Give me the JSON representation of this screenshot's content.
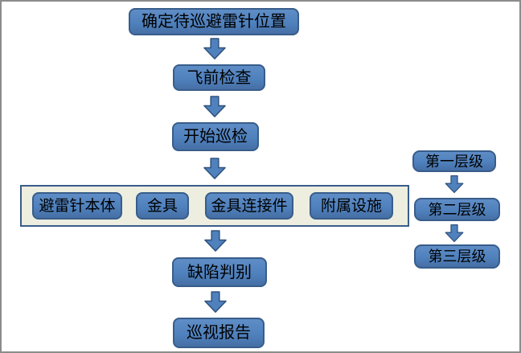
{
  "flowchart": {
    "title": "lightning-rod-uav-inspection-flow",
    "main_steps": [
      {
        "label": "确定待巡避雷针位置"
      },
      {
        "label": "飞前检查"
      },
      {
        "label": "开始巡检"
      },
      {
        "label": "缺陷判别"
      },
      {
        "label": "巡视报告"
      }
    ],
    "inspection_items": [
      {
        "label": "避雷针本体"
      },
      {
        "label": "金具"
      },
      {
        "label": "金具连接件"
      },
      {
        "label": "附属设施"
      }
    ],
    "levels": [
      {
        "label": "第一层级"
      },
      {
        "label": "第二层级"
      },
      {
        "label": "第三层级"
      }
    ]
  },
  "colors": {
    "node_fill": "#4f81bd",
    "node_border": "#385d8a",
    "arrow_fill": "#4f81bd",
    "arrow_border": "#31547e",
    "container_fill": "#edeee0",
    "container_border": "#385d8a",
    "frame_border": "#8c8c8c",
    "text": "#000000"
  }
}
